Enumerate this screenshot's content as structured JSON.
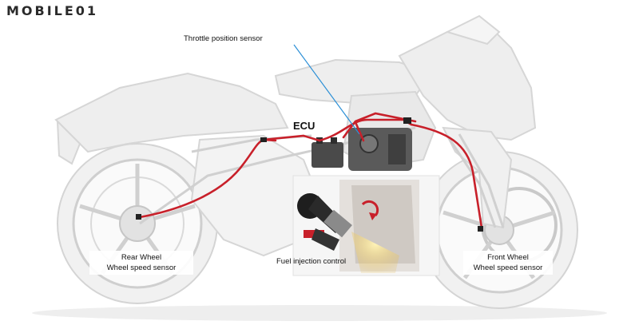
{
  "logo": {
    "text": "MOBILE01"
  },
  "labels": {
    "throttle": "Throttle position sensor",
    "ecu": "ECU",
    "rear_line1": "Rear Wheel",
    "rear_line2": "Wheel speed sensor",
    "front_line1": "Front Wheel",
    "front_line2": "Wheel speed sensor",
    "fuel": "Fuel injection control"
  },
  "colors": {
    "harness": "#c8202a",
    "bike_ghost": "#d9d9d9",
    "pointer_line": "#2b8fd6",
    "spray": "#f2d27a"
  }
}
